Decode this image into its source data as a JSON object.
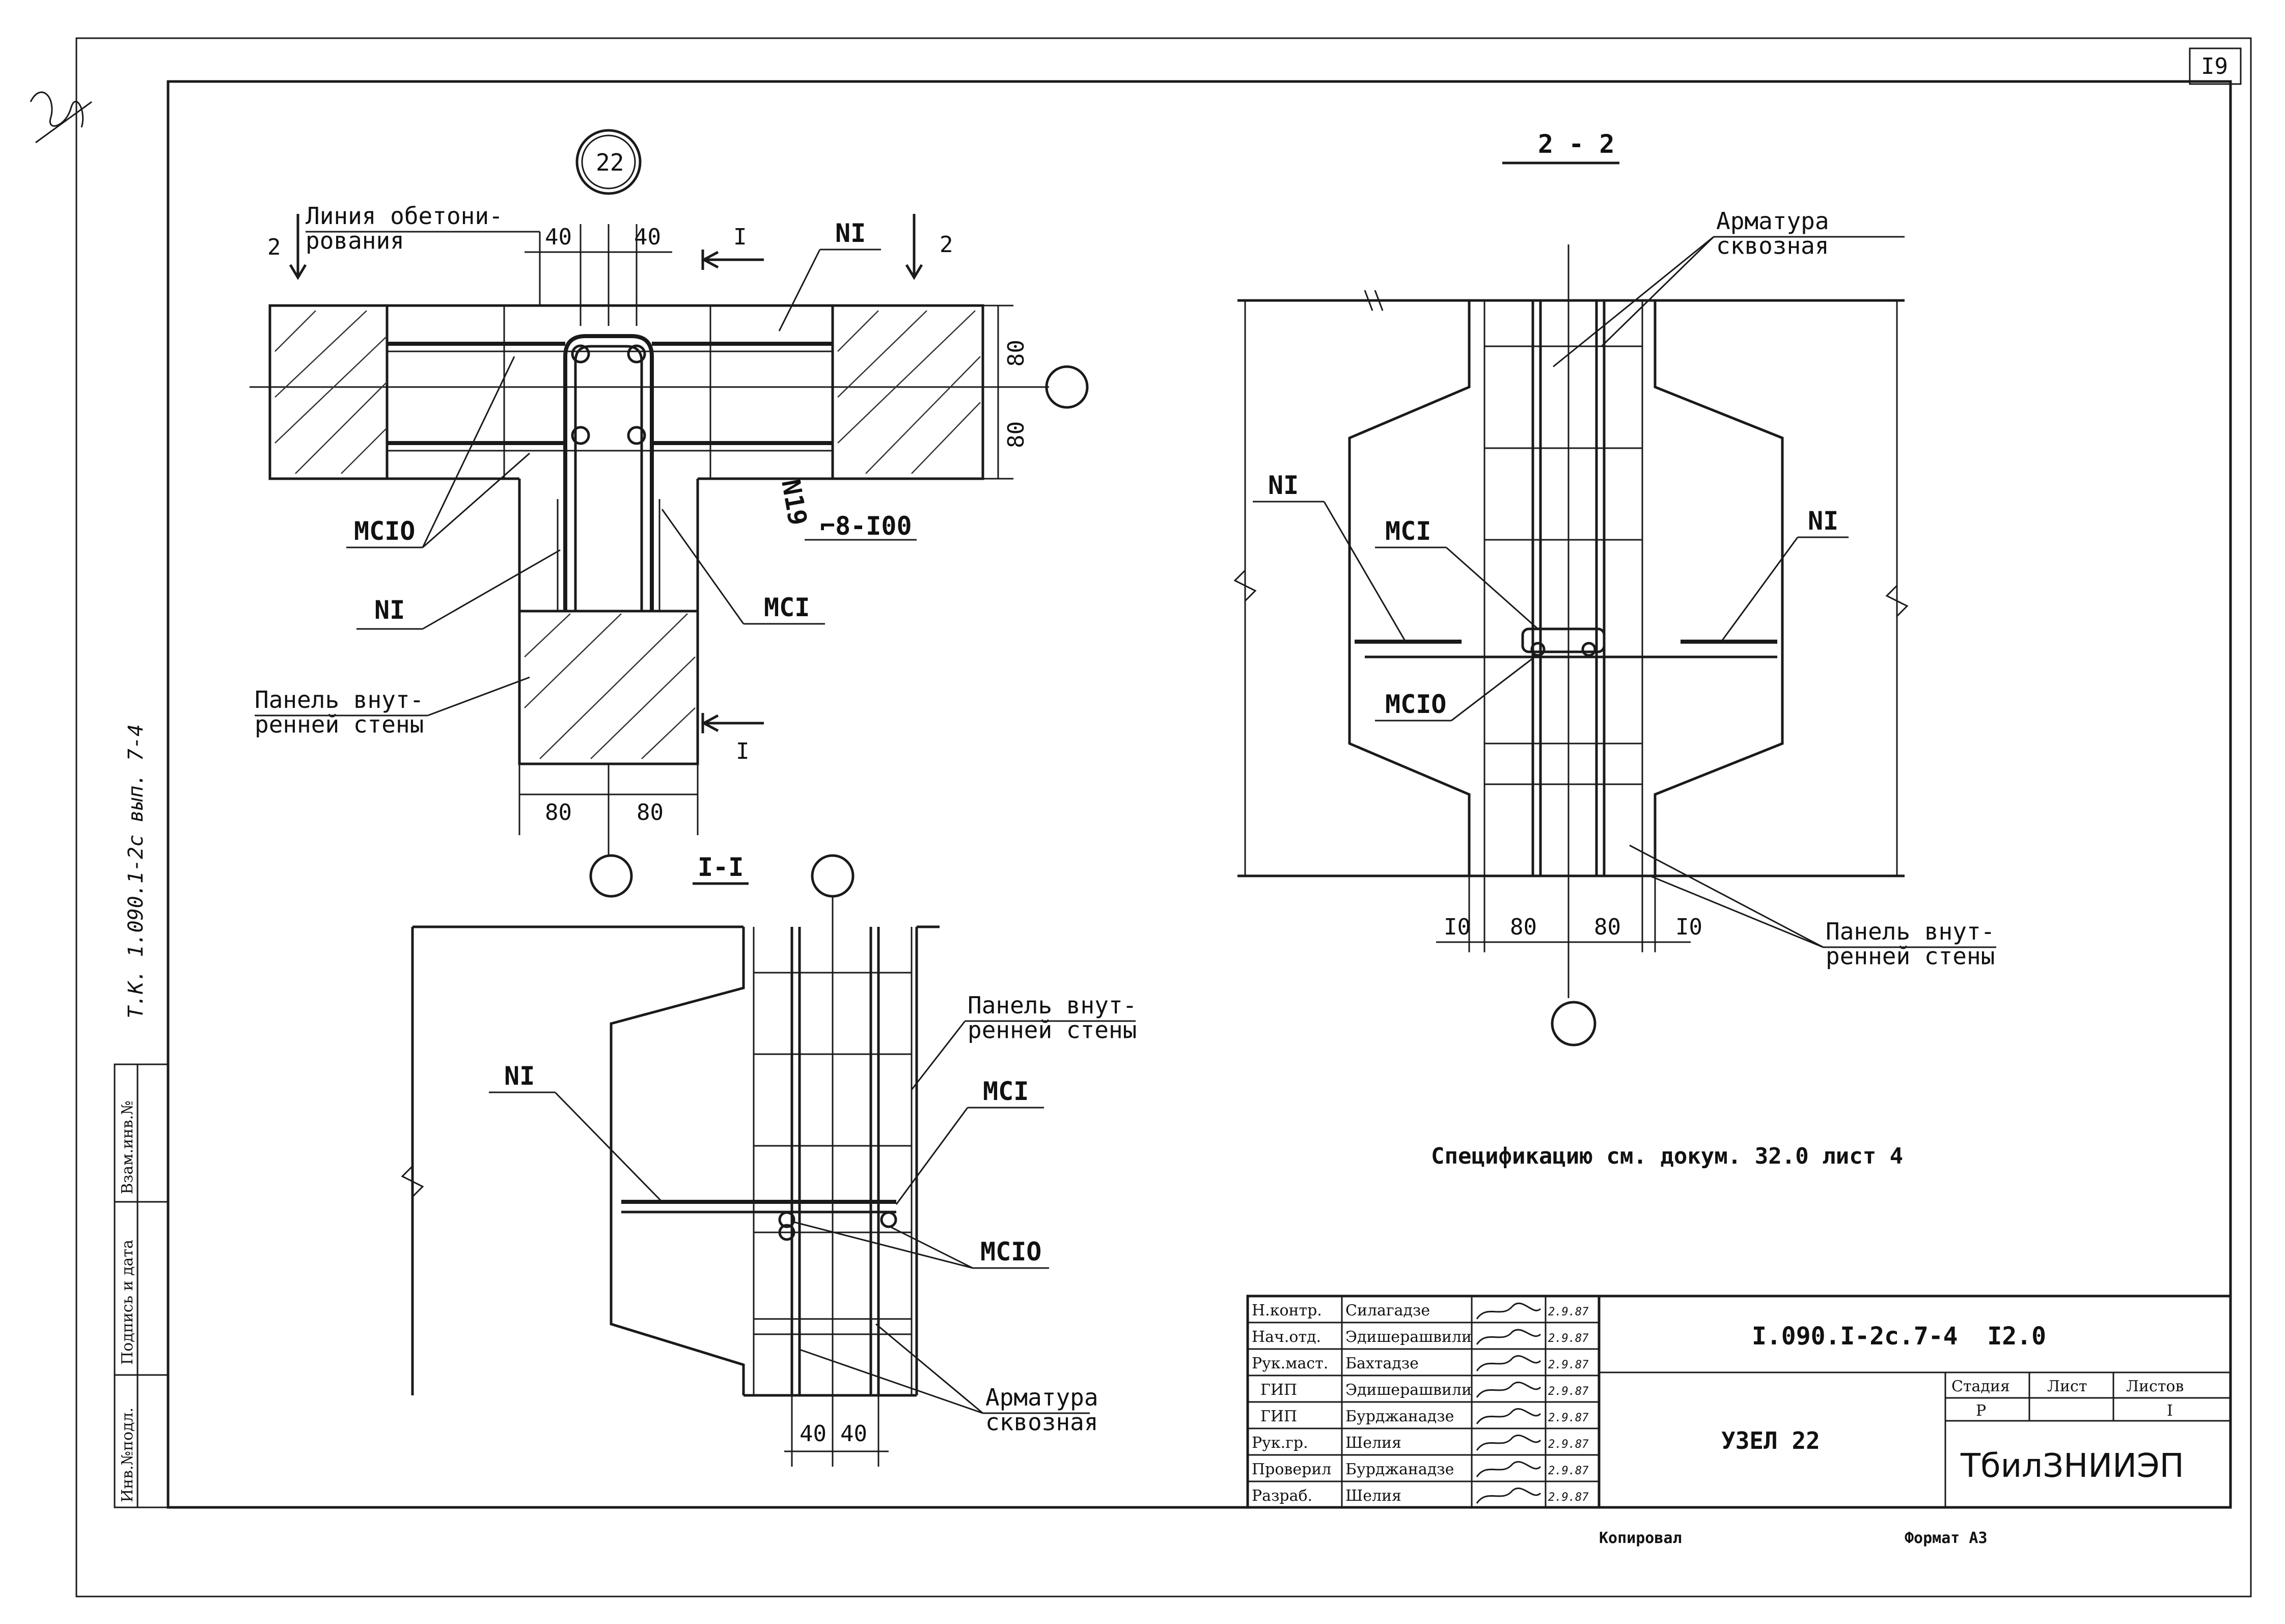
{
  "sheet": {
    "page_number": "I9",
    "side_stamp": "Т.К. 1.090.1-2с вып. 7-4",
    "side_columns": [
      "Инв.№подл.",
      "Подпись и дата",
      "Взам.инв.№"
    ]
  },
  "plan_view": {
    "node_number": "22",
    "concreting_line_label": "Линия обетони-\nрования",
    "section_mark_2_left": "2",
    "section_mark_2_right": "2",
    "section_mark_1_top": "I",
    "section_mark_1_bottom": "I",
    "dim_top_left": "40",
    "dim_top_right": "40",
    "dim_right_upper": "80",
    "dim_right_lower": "80",
    "dim_bottom_left": "80",
    "dim_bottom_right": "80",
    "label_n1_top": "NI",
    "label_n1_left": "NI",
    "label_mc10": "МСIО",
    "label_mc1": "МСI",
    "label_n19": "N19",
    "label_stirrup": "⌐8-I00",
    "wall_panel_label": "Панель внут-\nренней стены"
  },
  "section_1_1": {
    "title": "I-I",
    "label_n1": "NI",
    "label_mc1": "МСI",
    "label_mc10": "МСIО",
    "wall_panel_label": "Панель внут-\nренней стены",
    "rebar_label": "Арматура\nсквозная",
    "dim_left": "40",
    "dim_right": "40"
  },
  "section_2_2": {
    "title": "2 - 2",
    "rebar_label": "Арматура\nсквозная",
    "label_n1_left": "NI",
    "label_n1_right": "NI",
    "label_mc1": "МСI",
    "label_mc10": "МСIО",
    "wall_panel_label": "Панель внут-\nренней стены",
    "dim_a": "I0",
    "dim_b": "80",
    "dim_c": "80",
    "dim_d": "I0"
  },
  "spec_note": "Спецификацию см. докум. 32.0 лист 4",
  "title_block": {
    "rows": [
      {
        "role": "Н.контр.",
        "name": "Силагадзе",
        "date": "2.9.87"
      },
      {
        "role": "Нач.отд.",
        "name": "Эдишерашвили",
        "date": "2.9.87"
      },
      {
        "role": "Рук.маст.",
        "name": "Бахтадзе",
        "date": "2.9.87"
      },
      {
        "role": "ГИП",
        "name": "Эдишерашвили",
        "date": "2.9.87"
      },
      {
        "role": "ГИП",
        "name": "Бурджанадзе",
        "date": "2.9.87"
      },
      {
        "role": "Рук.гр.",
        "name": "Шелия",
        "date": "2.9.87"
      },
      {
        "role": "Проверил",
        "name": "Бурджанадзе",
        "date": "2.9.87"
      },
      {
        "role": "Разраб.",
        "name": "Шелия",
        "date": "2.9.87"
      }
    ],
    "document_code": "I.090.I-2с.7-4  I2.0",
    "sheet_title": "УЗЕЛ 22",
    "stage_header": "Стадия",
    "sheet_header": "Лист",
    "sheets_header": "Листов",
    "stage_value": "Р",
    "sheets_value": "I",
    "organization": "ТбилЗНИИЭП"
  },
  "footer": {
    "copied_label": "Копировал",
    "format_label": "Формат А3"
  }
}
